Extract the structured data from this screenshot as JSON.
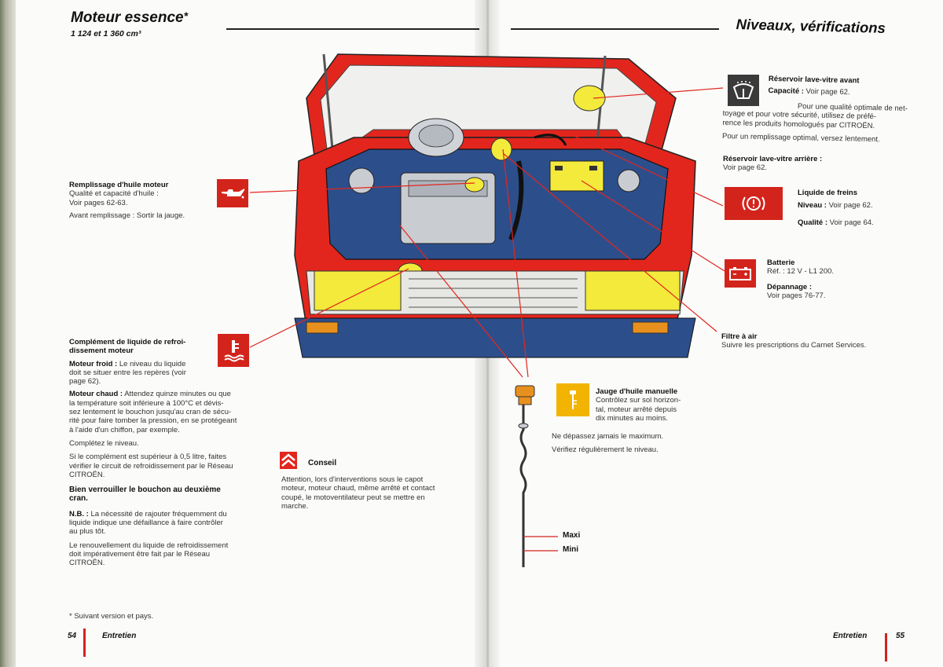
{
  "left_page": {
    "title": "Moteur essence",
    "title_star": "*",
    "subtitle": "1 124 et 1 360 cm³",
    "oil": {
      "heading": "Remplissage d'huile moteur",
      "line1": "Qualité et capacité d'huile :",
      "line2": "Voir pages 62-63.",
      "line3": "Avant remplissage : Sortir la jauge."
    },
    "coolant": {
      "heading_line1": "Complément de liquide de refroi-",
      "heading_line2": "dissement moteur",
      "cold_label": "Moteur froid :",
      "cold_text1": " Le niveau du liquide",
      "cold_text2": "doit se situer entre les repères (voir",
      "cold_text3": "page 62).",
      "hot_label": "Moteur chaud :",
      "hot_text1": " Attendez quinze minutes ou que",
      "hot_text2": "la température soit inférieure à 100°C et dévis-",
      "hot_text3": "sez lentement le bouchon jusqu'au cran de sécu-",
      "hot_text4": "rité pour faire tomber la pression, en se protégeant",
      "hot_text5": "à l'aide d'un chiffon, par exemple.",
      "complete": "Complétez le niveau.",
      "over1": "Si le complément est supérieur à 0,5 litre, faites",
      "over2": "vérifier le circuit de refroidissement par le Réseau",
      "over3": "CITROËN.",
      "lock1": "Bien verrouiller le bouchon au deuxième",
      "lock2": "cran.",
      "nb_label": "N.B. :",
      "nb1": " La nécessité de rajouter fréquemment du",
      "nb2": "liquide indique une défaillance à faire contrôler",
      "nb3": "au plus tôt.",
      "renew1": "Le renouvellement du liquide de refroidissement",
      "renew2": "doit impérativement être fait par le Réseau",
      "renew3": "CITROËN."
    },
    "footnote": "* Suivant version et pays.",
    "conseil": {
      "title": "Conseil",
      "line1": "Attention, lors d'interventions sous le capot",
      "line2": "moteur, moteur chaud, même arrêté et contact",
      "line3": "coupé, le motoventilateur peut se mettre en",
      "line4": "marche."
    },
    "page_number": "54",
    "section": "Entretien"
  },
  "right_page": {
    "title": "Niveaux, vérifications",
    "washer_front": {
      "heading": "Réservoir lave-vitre avant",
      "cap_label": "Capacité :",
      "cap_text": " Voir page 62.",
      "q1": "Pour une qualité optimale de net-",
      "q2": "toyage et pour votre sécurité, utilisez de préfé-",
      "q3": "rence les produits homologués par CITROËN.",
      "fill": "Pour un remplissage optimal, versez lentement."
    },
    "washer_rear": {
      "heading": "Réservoir lave-vitre arrière :",
      "text": "Voir page 62."
    },
    "brake": {
      "heading": "Liquide de freins",
      "level_label": "Niveau :",
      "level_text": " Voir page 62.",
      "quality_label": "Qualité :",
      "quality_text": " Voir page 64."
    },
    "battery": {
      "heading": "Batterie",
      "ref": "Réf. : 12 V - L1 200.",
      "repair_label": "Dépannage :",
      "repair_text": "Voir pages 76-77."
    },
    "air_filter": {
      "heading": "Filtre à air",
      "text": "Suivre les prescriptions du Carnet Services."
    },
    "dipstick": {
      "heading": "Jauge d'huile manuelle",
      "l1": "Contrôlez sur sol horizon-",
      "l2": "tal, moteur arrêté depuis",
      "l3": "dix minutes au moins.",
      "max_note": "Ne dépassez jamais le maximum.",
      "regular": "Vérifiez régulièrement le niveau.",
      "maxi": "Maxi",
      "mini": "Mini"
    },
    "section": "Entretien",
    "page_number": "55"
  },
  "colors": {
    "accent_red": "#d3241c",
    "body_red": "#e2261d",
    "engine_blue": "#2c4f8c",
    "yellow": "#f3ea3c",
    "orange": "#e8901e"
  },
  "icons": [
    "oil-can-icon",
    "coolant-temperature-icon",
    "washer-icon",
    "brake-warning-icon",
    "battery-icon",
    "dipstick-icon",
    "citroen-chevron-icon"
  ]
}
